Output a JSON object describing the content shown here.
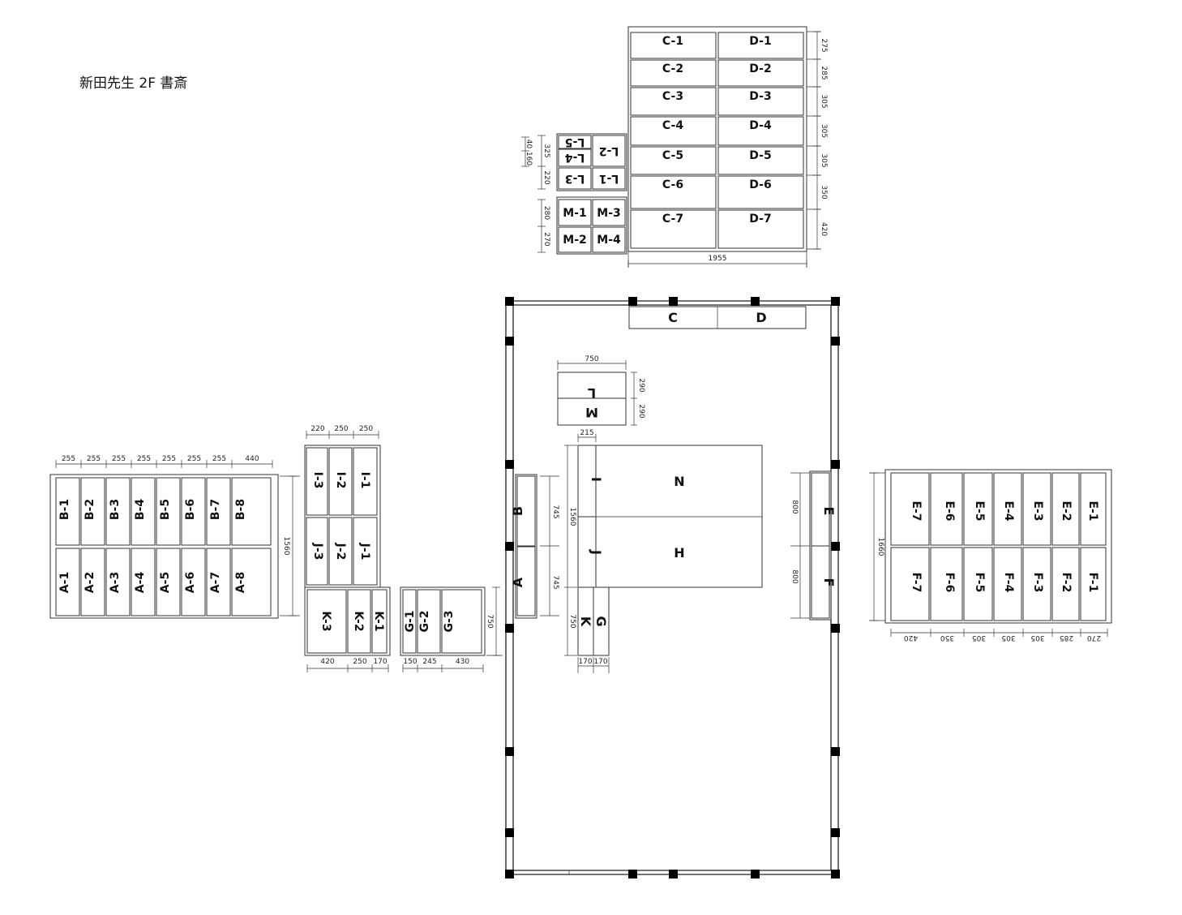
{
  "title": "新田先生 2F 書斎",
  "rooms": {
    "C": "C",
    "D": "D",
    "L": "L",
    "M": "M",
    "N": "N",
    "H": "H",
    "I": "I",
    "J": "J",
    "K": "K",
    "G": "G",
    "A": "A",
    "B": "B",
    "E": "E",
    "F": "F"
  },
  "room_dims": {
    "lm_width": "750",
    "l_height": "290",
    "m_height": "290",
    "ij_width": "215",
    "ij_height": "1560",
    "b_height": "745",
    "a_height": "745",
    "kg_height": "750",
    "k_width": "170",
    "g_width": "170",
    "e_height": "800",
    "f_height": "800"
  },
  "cd_cabinet": {
    "c_labels": [
      "C-1",
      "C-2",
      "C-3",
      "C-4",
      "C-5",
      "C-6",
      "C-7"
    ],
    "d_labels": [
      "D-1",
      "D-2",
      "D-3",
      "D-4",
      "D-5",
      "D-6",
      "D-7"
    ],
    "row_heights": [
      "275",
      "285",
      "305",
      "305",
      "305",
      "350",
      "420"
    ],
    "width": "1955"
  },
  "l_cabinet": {
    "labels": [
      "L-5",
      "L-4",
      "L-2",
      "L-3",
      "L-1"
    ],
    "dims": [
      "40",
      "160",
      "325",
      "220"
    ]
  },
  "m_cabinet": {
    "labels": [
      "M-1",
      "M-3",
      "M-2",
      "M-4"
    ],
    "dims": [
      "280",
      "270"
    ]
  },
  "ab_cabinet": {
    "b_labels": [
      "B-1",
      "B-2",
      "B-3",
      "B-4",
      "B-5",
      "B-6",
      "B-7",
      "B-8"
    ],
    "a_labels": [
      "A-1",
      "A-2",
      "A-3",
      "A-4",
      "A-5",
      "A-6",
      "A-7",
      "A-8"
    ],
    "col_widths": [
      "255",
      "255",
      "255",
      "255",
      "255",
      "255",
      "255",
      "440"
    ],
    "height": "1560"
  },
  "ij_cabinet": {
    "i_labels": [
      "I-3",
      "I-2",
      "I-1"
    ],
    "j_labels": [
      "J-3",
      "J-2",
      "J-1"
    ],
    "col_widths": [
      "220",
      "250",
      "250"
    ]
  },
  "k_cabinet": {
    "labels": [
      "K-3",
      "K-2",
      "K-1"
    ],
    "col_widths": [
      "420",
      "250",
      "170"
    ]
  },
  "g_cabinet": {
    "labels": [
      "G-1",
      "G-2",
      "G-3"
    ],
    "col_widths": [
      "150",
      "245",
      "430"
    ],
    "height": "750"
  },
  "ef_cabinet": {
    "e_labels": [
      "E-7",
      "E-6",
      "E-5",
      "E-4",
      "E-3",
      "E-2",
      "E-1"
    ],
    "f_labels": [
      "F-7",
      "F-6",
      "F-5",
      "F-4",
      "F-3",
      "F-2",
      "F-1"
    ],
    "col_widths": [
      "420",
      "350",
      "305",
      "305",
      "305",
      "285",
      "270"
    ],
    "height": "1660"
  }
}
